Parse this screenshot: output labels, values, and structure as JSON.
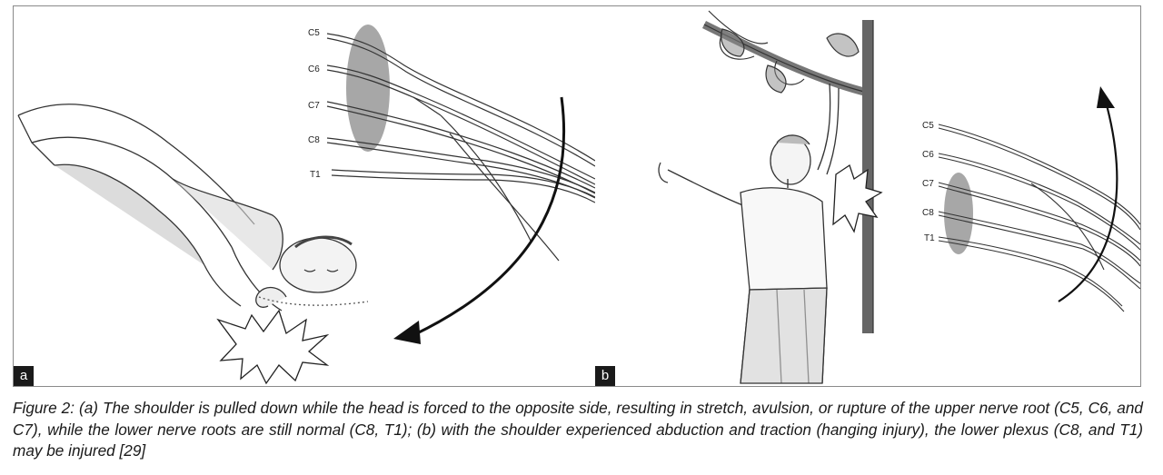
{
  "figure": {
    "panels": [
      {
        "label": "a",
        "nerve_roots": [
          "C5",
          "C6",
          "C7",
          "C8",
          "T1"
        ]
      },
      {
        "label": "b",
        "nerve_roots": [
          "C5",
          "C6",
          "C7",
          "C8",
          "T1"
        ]
      }
    ],
    "caption": "Figure 2: (a) The shoulder is pulled down while the head is forced to the opposite side, resulting in stretch, avulsion, or rupture of the upper nerve root (C5, C6, and C7), while the lower nerve roots are still normal (C8, T1); (b) with the shoulder experienced abduction and traction (hanging injury), the lower plexus (C8, and T1) may be injured [29]"
  }
}
